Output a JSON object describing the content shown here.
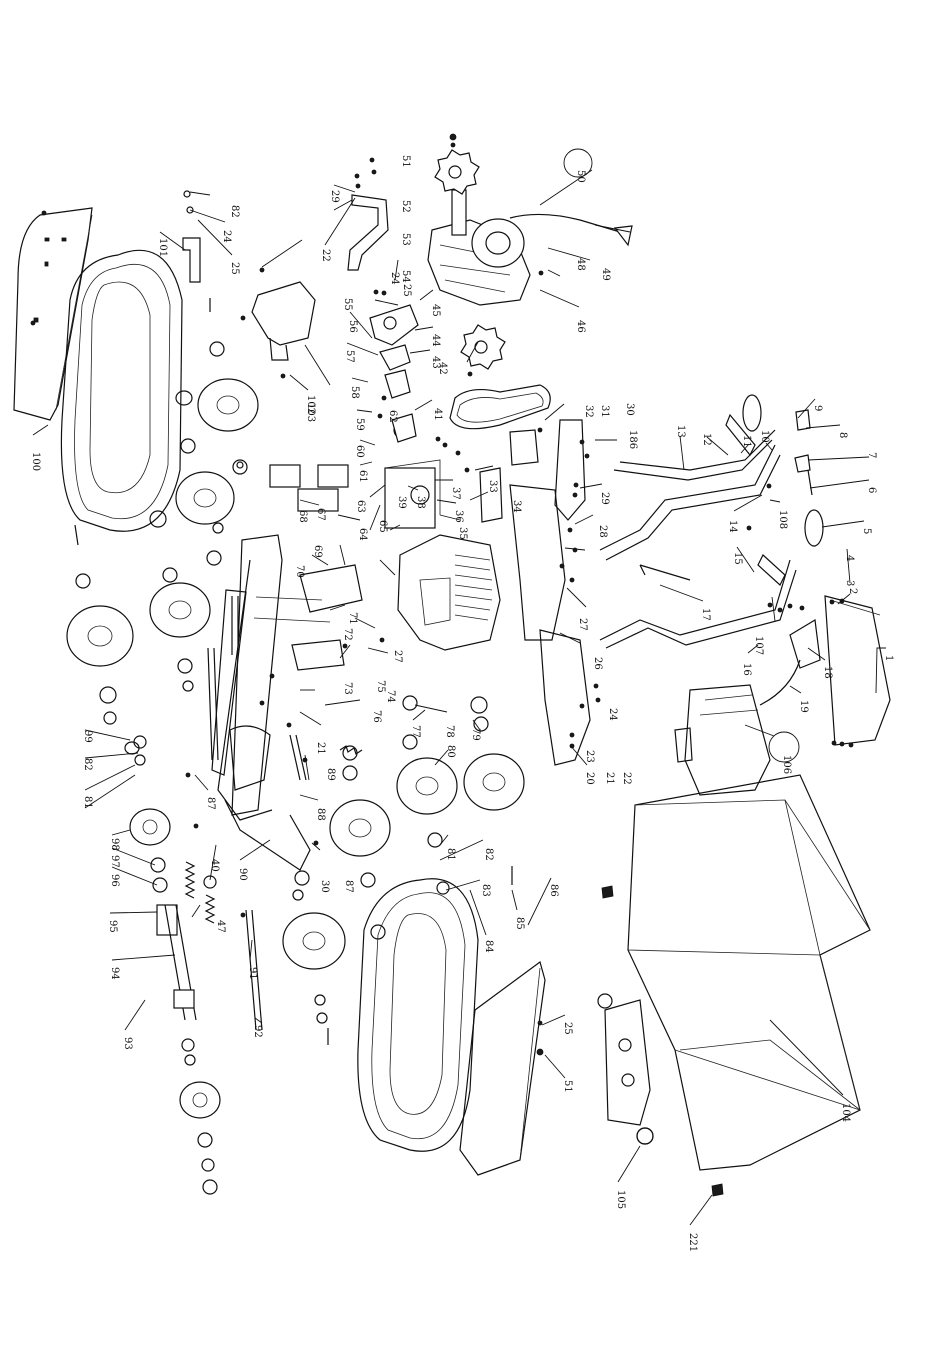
{
  "callouts": [
    {
      "id": "c1",
      "label": "1"
    },
    {
      "id": "c2",
      "label": "2"
    },
    {
      "id": "c3",
      "label": "3"
    },
    {
      "id": "c4",
      "label": "4"
    },
    {
      "id": "c5",
      "label": "5"
    },
    {
      "id": "c6",
      "label": "6"
    },
    {
      "id": "c7",
      "label": "7"
    },
    {
      "id": "c8",
      "label": "8"
    },
    {
      "id": "c9",
      "label": "9"
    },
    {
      "id": "c10",
      "label": "10"
    },
    {
      "id": "c11",
      "label": "11"
    },
    {
      "id": "c12",
      "label": "12"
    },
    {
      "id": "c13",
      "label": "13"
    },
    {
      "id": "c14",
      "label": "14"
    },
    {
      "id": "c15",
      "label": "15"
    },
    {
      "id": "c16",
      "label": "16"
    },
    {
      "id": "c17",
      "label": "17"
    },
    {
      "id": "c18",
      "label": "18"
    },
    {
      "id": "c19",
      "label": "19"
    },
    {
      "id": "c20",
      "label": "20"
    },
    {
      "id": "c21a",
      "label": "21"
    },
    {
      "id": "c21b",
      "label": "21"
    },
    {
      "id": "c22a",
      "label": "22"
    },
    {
      "id": "c22b",
      "label": "22"
    },
    {
      "id": "c23",
      "label": "23"
    },
    {
      "id": "c24a",
      "label": "24"
    },
    {
      "id": "c24b",
      "label": "24"
    },
    {
      "id": "c24c",
      "label": "24"
    },
    {
      "id": "c25a",
      "label": "25"
    },
    {
      "id": "c25b",
      "label": "25"
    },
    {
      "id": "c25c",
      "label": "25"
    },
    {
      "id": "c26",
      "label": "26"
    },
    {
      "id": "c27a",
      "label": "27"
    },
    {
      "id": "c27b",
      "label": "27"
    },
    {
      "id": "c28",
      "label": "28"
    },
    {
      "id": "c29a",
      "label": "29"
    },
    {
      "id": "c29b",
      "label": "29"
    },
    {
      "id": "c30a",
      "label": "30"
    },
    {
      "id": "c30b",
      "label": "30"
    },
    {
      "id": "c31",
      "label": "31"
    },
    {
      "id": "c32",
      "label": "32"
    },
    {
      "id": "c33",
      "label": "33"
    },
    {
      "id": "c34",
      "label": "34"
    },
    {
      "id": "c35",
      "label": "35"
    },
    {
      "id": "c36",
      "label": "36"
    },
    {
      "id": "c37",
      "label": "37"
    },
    {
      "id": "c38",
      "label": "38"
    },
    {
      "id": "c39",
      "label": "39"
    },
    {
      "id": "c40",
      "label": "40"
    },
    {
      "id": "c41",
      "label": "41"
    },
    {
      "id": "c42",
      "label": "42"
    },
    {
      "id": "c43",
      "label": "43"
    },
    {
      "id": "c44",
      "label": "44"
    },
    {
      "id": "c45",
      "label": "45"
    },
    {
      "id": "c46",
      "label": "46"
    },
    {
      "id": "c47",
      "label": "47"
    },
    {
      "id": "c48",
      "label": "48"
    },
    {
      "id": "c49",
      "label": "49"
    },
    {
      "id": "c50",
      "label": "50"
    },
    {
      "id": "c51a",
      "label": "51"
    },
    {
      "id": "c51b",
      "label": "51"
    },
    {
      "id": "c52",
      "label": "52"
    },
    {
      "id": "c53",
      "label": "53"
    },
    {
      "id": "c54",
      "label": "54"
    },
    {
      "id": "c55",
      "label": "55"
    },
    {
      "id": "c56",
      "label": "56"
    },
    {
      "id": "c57",
      "label": "57"
    },
    {
      "id": "c58",
      "label": "58"
    },
    {
      "id": "c59",
      "label": "59"
    },
    {
      "id": "c60",
      "label": "60"
    },
    {
      "id": "c61",
      "label": "61"
    },
    {
      "id": "c62",
      "label": "62"
    },
    {
      "id": "c63",
      "label": "63"
    },
    {
      "id": "c64",
      "label": "64"
    },
    {
      "id": "c65",
      "label": "65"
    },
    {
      "id": "c67",
      "label": "67"
    },
    {
      "id": "c68",
      "label": "68"
    },
    {
      "id": "c69",
      "label": "69"
    },
    {
      "id": "c70",
      "label": "70"
    },
    {
      "id": "c71",
      "label": "71"
    },
    {
      "id": "c72",
      "label": "72"
    },
    {
      "id": "c73",
      "label": "73"
    },
    {
      "id": "c74",
      "label": "74"
    },
    {
      "id": "c75",
      "label": "75"
    },
    {
      "id": "c76",
      "label": "76"
    },
    {
      "id": "c77",
      "label": "77"
    },
    {
      "id": "c78",
      "label": "78"
    },
    {
      "id": "c79",
      "label": "79"
    },
    {
      "id": "c80",
      "label": "80"
    },
    {
      "id": "c81a",
      "label": "81"
    },
    {
      "id": "c81b",
      "label": "81"
    },
    {
      "id": "c82a",
      "label": "82"
    },
    {
      "id": "c82b",
      "label": "82"
    },
    {
      "id": "c82c",
      "label": "82"
    },
    {
      "id": "c83",
      "label": "83"
    },
    {
      "id": "c84",
      "label": "84"
    },
    {
      "id": "c85",
      "label": "85"
    },
    {
      "id": "c86",
      "label": "86"
    },
    {
      "id": "c87a",
      "label": "87"
    },
    {
      "id": "c87b",
      "label": "87"
    },
    {
      "id": "c88",
      "label": "88"
    },
    {
      "id": "c89",
      "label": "89"
    },
    {
      "id": "c90",
      "label": "90"
    },
    {
      "id": "c91",
      "label": "91"
    },
    {
      "id": "c92",
      "label": "92"
    },
    {
      "id": "c93",
      "label": "93"
    },
    {
      "id": "c94",
      "label": "94"
    },
    {
      "id": "c95",
      "label": "95"
    },
    {
      "id": "c96",
      "label": "96"
    },
    {
      "id": "c97",
      "label": "97"
    },
    {
      "id": "c98",
      "label": "98"
    },
    {
      "id": "c99",
      "label": "99"
    },
    {
      "id": "c100",
      "label": "100"
    },
    {
      "id": "c101",
      "label": "101"
    },
    {
      "id": "c102",
      "label": "102"
    },
    {
      "id": "c103",
      "label": "103"
    },
    {
      "id": "c104",
      "label": "104"
    },
    {
      "id": "c105",
      "label": "105"
    },
    {
      "id": "c106",
      "label": "106"
    },
    {
      "id": "c107",
      "label": "107"
    },
    {
      "id": "c108",
      "label": "108"
    },
    {
      "id": "c186",
      "label": "186"
    },
    {
      "id": "c221",
      "label": "221"
    }
  ]
}
